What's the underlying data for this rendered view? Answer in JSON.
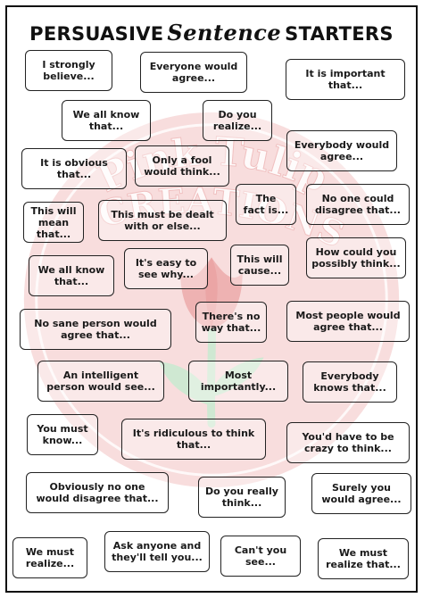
{
  "title": {
    "part1": "PERSUASIVE",
    "part2": "Sentence",
    "part3": "STARTERS"
  },
  "watermark": {
    "text": "Pink Tulip Creations",
    "circle_color": "#f2c4c4",
    "tulip_color": "#e7a9a9",
    "stem_color": "#bfe0c4"
  },
  "cards": [
    "I strongly\nbelieve...",
    "Everyone would\nagree...",
    "It is important\nthat...",
    "We all know\nthat...",
    "Do you\nrealize...",
    "Everybody would\nagree...",
    "It is obvious\nthat...",
    "Only a fool\nwould think...",
    "The\nfact is...",
    "No one could\ndisagree that...",
    "This will\nmean\nthat...",
    "This must be dealt\nwith or else...",
    "This will\ncause...",
    "How could you\npossibly think...",
    "We all know\nthat...",
    "It's easy to\nsee why...",
    "No sane person would\nagree that...",
    "There's no\nway that...",
    "Most people would\nagree that...",
    "An intelligent\nperson would see...",
    "Most\nimportantly...",
    "Everybody\nknows that...",
    "You must\nknow...",
    "It's ridiculous to think\nthat...",
    "You'd have to be\ncrazy to think...",
    "Obviously no one\nwould disagree that...",
    "Do you really\nthink...",
    "Surely you\nwould agree...",
    "We must\nrealize...",
    "Ask anyone and\nthey'll tell you...",
    "Can't you\nsee...",
    "We must\nrealize that..."
  ]
}
